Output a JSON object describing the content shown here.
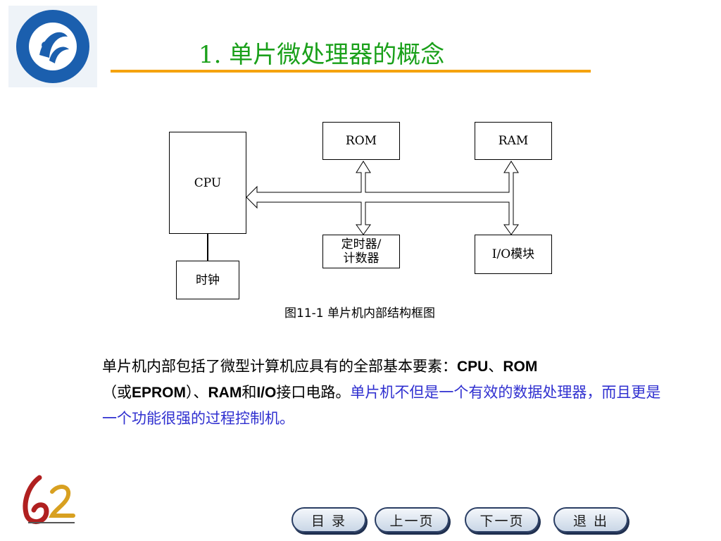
{
  "slide": {
    "title": "1.  单片微处理器的概念"
  },
  "diagram": {
    "cpu": "CPU",
    "rom": "ROM",
    "ram": "RAM",
    "timer_line1": "定时器/",
    "timer_line2": "计数器",
    "io": "I/O模块",
    "clock": "时钟",
    "caption": "图11-1 单片机内部结构框图"
  },
  "paragraph": {
    "p1": "单片机内部包括了微型计算机应具有的全部基本要素：",
    "p2": "CPU",
    "p3": "、",
    "p4": "ROM",
    "p5": "（或",
    "p6": "EPROM",
    "p7": "）、",
    "p8": "RAM",
    "p9": "和",
    "p10": "I/O",
    "p11": "接口电路。",
    "highlight": "单片机不但是一个有效的数据处理器，而且更是一个功能很强的过程控制机。"
  },
  "nav": {
    "contents": "目  录",
    "prev": "上一页",
    "next": "下一页",
    "exit": "退  出"
  },
  "colors": {
    "title": "#1aa01a",
    "rule": "#f5a30e",
    "highlight": "#3030d0",
    "logo_blue": "#1b5fae"
  }
}
